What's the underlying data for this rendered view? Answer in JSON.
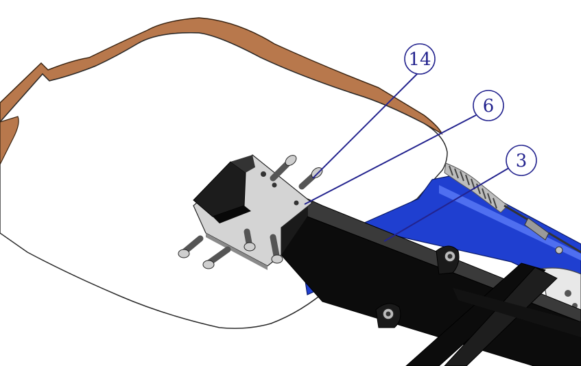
{
  "diagram": {
    "callouts": [
      {
        "id": "c14",
        "label": "14"
      },
      {
        "id": "c6",
        "label": "6"
      },
      {
        "id": "c3",
        "label": "3"
      }
    ]
  },
  "colors": {
    "board_fill": "#ffffff",
    "board_edge": "#b8784c",
    "steel_black": "#0c0c0c",
    "frame_blue": "#1f3fd0",
    "plate_grey": "#d4d4d4",
    "leader_blue": "#23238e"
  }
}
